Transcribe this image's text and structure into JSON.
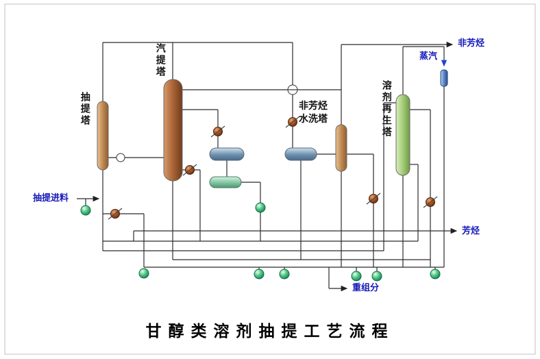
{
  "diagram": {
    "title": "甘醇类溶剂抽提工艺流程",
    "towers": {
      "extraction": "抽提塔",
      "stripper": "汽提塔",
      "wash_line1": "非芳烃",
      "wash_line2": "水洗塔",
      "regen": "溶剂再生塔"
    },
    "streams": {
      "feed": "抽提进料",
      "non_aromatics": "非芳烃",
      "steam": "蒸汽",
      "aromatics": "芳烃",
      "heavy_ends": "重组分"
    },
    "colors": {
      "label_blue": "#1518b8",
      "pipe_line": "#2b2b2b",
      "tower_tan": "#c08a52",
      "tower_brown": "#a96336",
      "tower_green": "#a3cc77",
      "drum_blue": "#6d8fae",
      "drum_green": "#7fc4a0",
      "pump_green": "#58c98a",
      "valve_brown": "#9a4a1a",
      "condenser_blue": "#5c86c6",
      "frame_gray": "#c0c0c0"
    }
  }
}
